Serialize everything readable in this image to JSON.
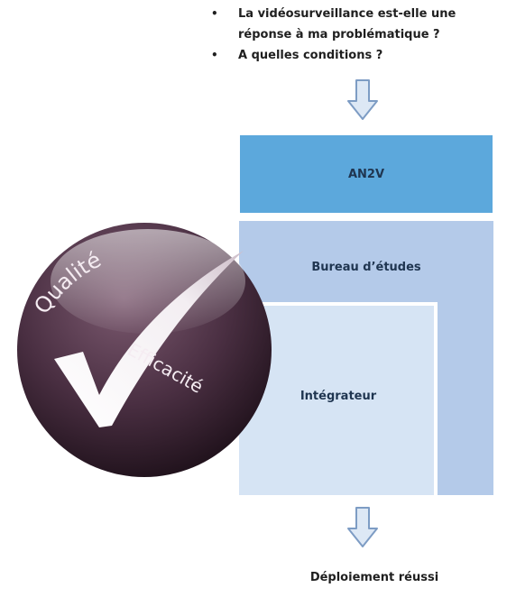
{
  "bullets": [
    "La vidéosurveillance est-elle une réponse à ma problématique ?",
    "A quelles conditions ?"
  ],
  "boxes": {
    "an2v": "AN2V",
    "bureau": "Bureau d’études",
    "integrateur": "Intégrateur"
  },
  "final_step": "Déploiement réussi",
  "badge": {
    "word_top": "Qualité",
    "word_bottom": "Efficacité"
  },
  "colors": {
    "an2v": "#5ca8dc",
    "bureau": "#b4cae9",
    "integrateur": "#d6e4f4",
    "arrow_fill": "#dde8f5",
    "arrow_stroke": "#7d9cc4",
    "badge": "#3f2838"
  }
}
